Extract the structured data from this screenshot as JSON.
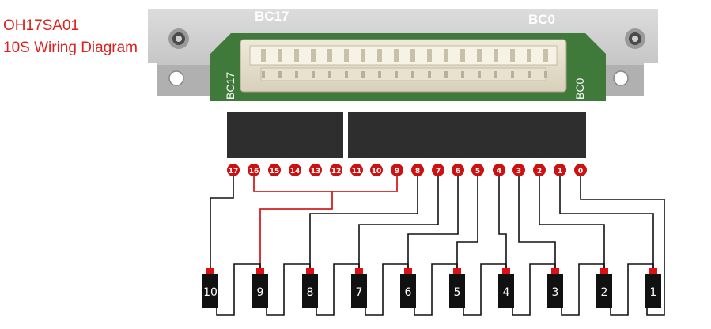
{
  "title": {
    "line1": "OH17SA01",
    "line2": "10S Wiring Diagram"
  },
  "connector": {
    "top_left_label": "BC17",
    "top_right_label": "BC0",
    "side_left_label": "BC17",
    "side_right_label": "BC0"
  },
  "pins": [
    "17",
    "16",
    "15",
    "14",
    "13",
    "12",
    "11",
    "10",
    "9",
    "8",
    "7",
    "6",
    "5",
    "4",
    "3",
    "2",
    "1",
    "0"
  ],
  "cells": [
    "10",
    "9",
    "8",
    "7",
    "6",
    "5",
    "4",
    "3",
    "2",
    "1"
  ],
  "colors": {
    "pin": "#cc1111",
    "wire": "#111111",
    "jumper": "#d42020",
    "cell_body": "#111111",
    "cell_terminal": "#dd1111",
    "title": "#e0201b"
  }
}
